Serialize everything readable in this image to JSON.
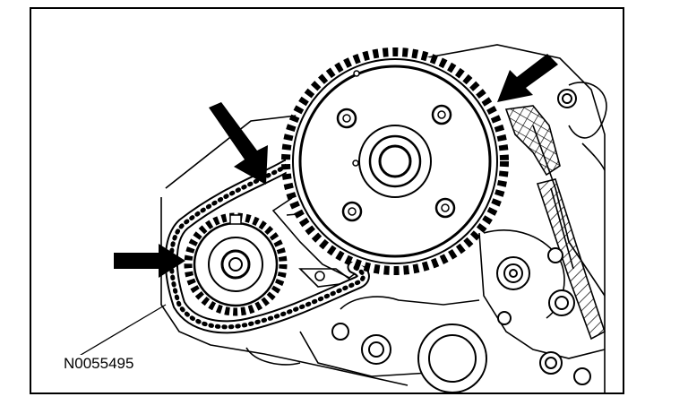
{
  "figure": {
    "id_label": "N0055495",
    "subject": "timing-chain-and-sprockets",
    "line_color": "#000000",
    "background_color": "#ffffff",
    "callout_arrows": 3
  }
}
